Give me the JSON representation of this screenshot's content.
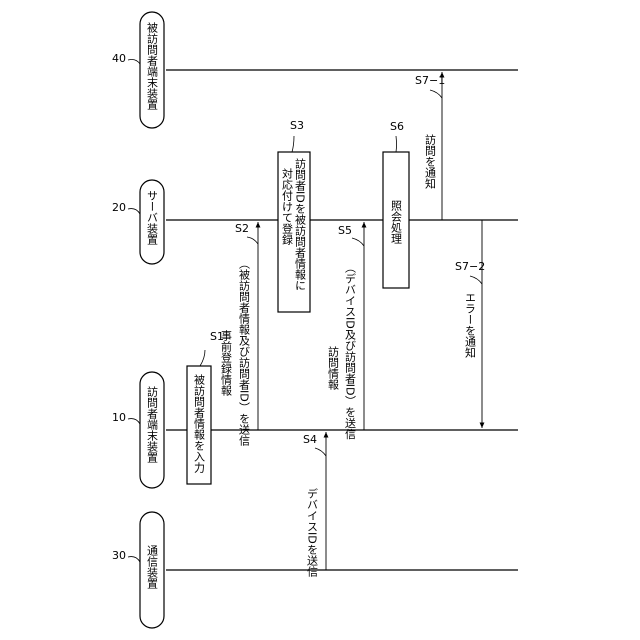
{
  "lanes": [
    {
      "id": "40",
      "name": "被訪問者端末装置"
    },
    {
      "id": "20",
      "name": "サーバ装置"
    },
    {
      "id": "10",
      "name": "訪問者端末装置"
    },
    {
      "id": "30",
      "name": "通信装置"
    }
  ],
  "steps": {
    "s1": {
      "label": "S1",
      "text": "被訪問者情報を入力"
    },
    "s2": {
      "label": "S2",
      "lines": [
        "事前登録情報",
        "（被訪問者情報及び訪問者ID）を送信"
      ]
    },
    "s3": {
      "label": "S3",
      "lines": [
        "訪問者IDを被訪問者情報に",
        "対応付けて登録"
      ]
    },
    "s4": {
      "label": "S4",
      "text": "デバイスIDを送信"
    },
    "s5": {
      "label": "S5",
      "lines": [
        "訪問情報",
        "（デバイスID及び訪問者ID）を送信"
      ]
    },
    "s6": {
      "label": "S6",
      "text": "照会処理"
    },
    "s7_1": {
      "label": "S7−1",
      "text": "訪問を通知"
    },
    "s7_2": {
      "label": "S7−2",
      "text": "エラーを通知"
    }
  }
}
